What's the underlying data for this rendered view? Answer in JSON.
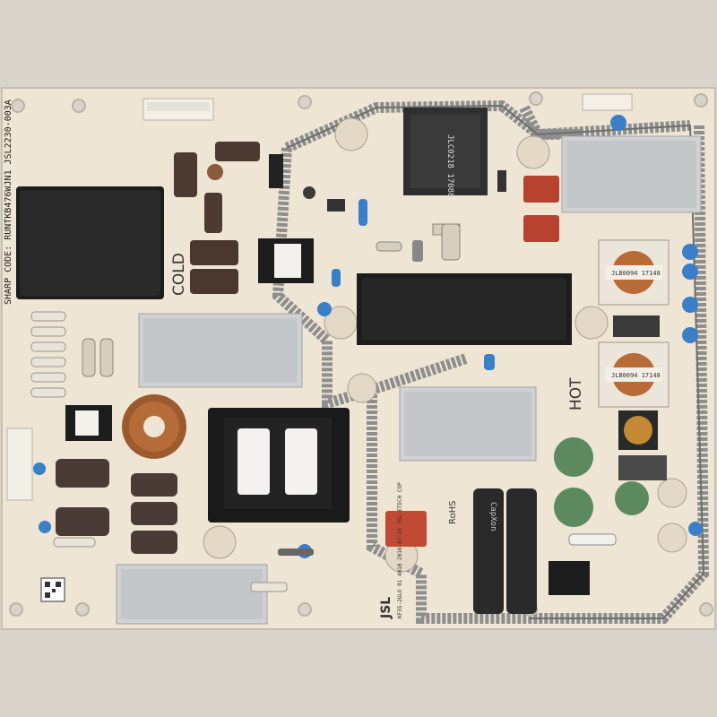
{
  "board": {
    "colors": {
      "background": "#dcd8d1",
      "pcb": "#efe6d6",
      "trace": "#8b8b8b",
      "heatsink": "#c9cbcd",
      "capacitor_blue": "#3a7fc7",
      "film_cap_red": "#b8432f",
      "black": "#1a1a1a",
      "green_varistor": "#5c8a5e"
    },
    "labels": {
      "code_label": "SHARP CODE: RUNTKB476WJN1 JSL2230-003A",
      "cold_label": "COLD",
      "hot_label": "HOT",
      "transformer_label": "JLC0218 17088",
      "rohs_label": "RoHS",
      "maker_label": "JSL",
      "date_label": "KF35-2GLO 01 4010 2016-07-25 JSL-ETECH COP",
      "choke_label_1": "JLB0094 17148",
      "choke_label_2": "JLB0094 17148",
      "capxon_label": "CapXon"
    }
  }
}
